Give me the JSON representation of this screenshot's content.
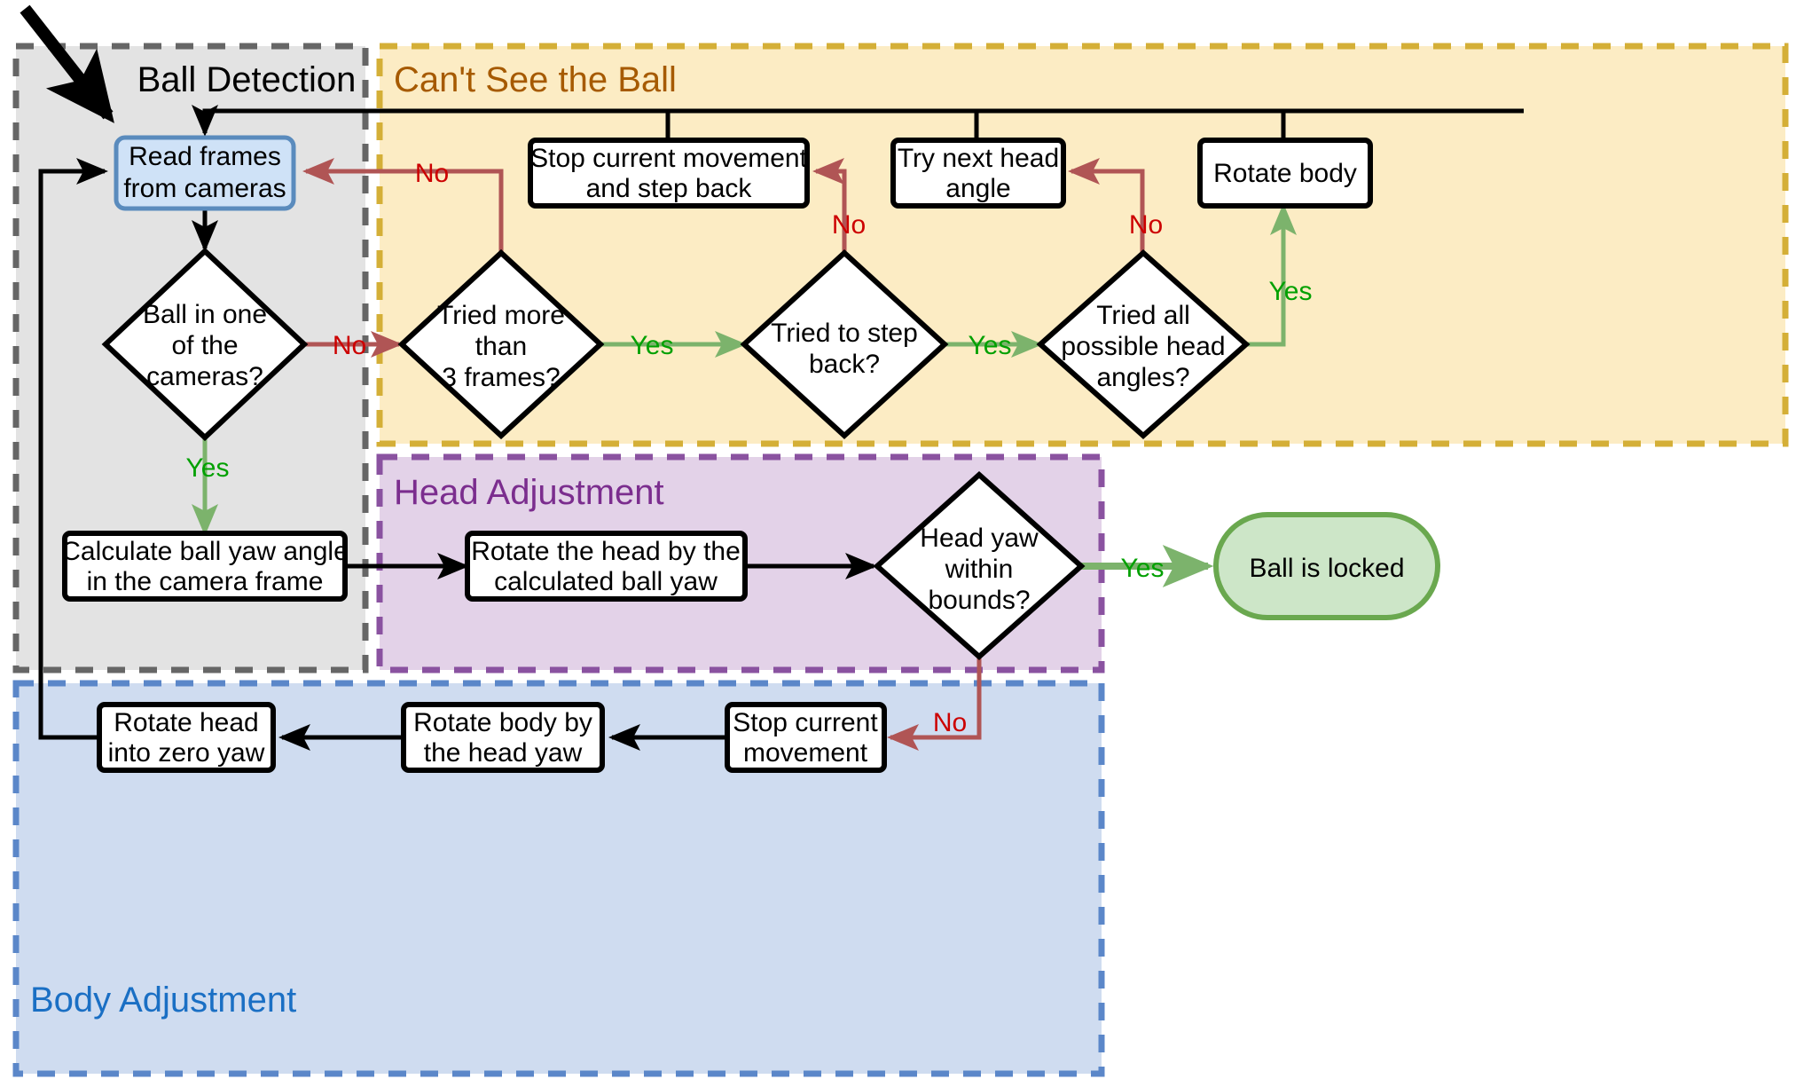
{
  "diagram": {
    "title_visible": false,
    "type": "flowchart",
    "colors": {
      "ball_detection_fill": "#e3e3e3",
      "ball_detection_border": "#666666",
      "cant_see_fill": "#fcecc4",
      "cant_see_border": "#d4af37",
      "cant_see_title": "#a65a00",
      "head_adjust_fill": "#e3d2e8",
      "head_adjust_border": "#8a52a0",
      "head_adjust_title": "#7b2d8e",
      "body_adjust_fill": "#cfdcf0",
      "body_adjust_border": "#5b87c9",
      "body_adjust_title": "#1a6fc4",
      "start_node_fill": "#cfe2f7",
      "start_node_border": "#5a8bbd",
      "terminal_fill": "#cde6c8",
      "terminal_border": "#6aa84f",
      "yes_color": "#00a000",
      "yes_arrow": "#7cb36c",
      "no_color": "#cc0000",
      "no_arrow": "#b05555",
      "black": "#000000"
    },
    "groups": [
      {
        "id": "ball-detection",
        "label": "Ball Detection",
        "label_color": "#000000"
      },
      {
        "id": "cant-see-ball",
        "label": "Can't See the Ball",
        "label_color": "#a65a00"
      },
      {
        "id": "head-adjustment",
        "label": "Head Adjustment",
        "label_color": "#7b2d8e"
      },
      {
        "id": "body-adjustment",
        "label": "Body Adjustment",
        "label_color": "#1a6fc4"
      }
    ],
    "nodes": [
      {
        "id": "read-frames",
        "shape": "rounded-rect",
        "lines": [
          "Read frames",
          "from cameras"
        ],
        "group": "ball-detection"
      },
      {
        "id": "ball-in-camera",
        "shape": "diamond",
        "lines": [
          "Ball in one",
          "of the",
          "cameras?"
        ],
        "group": "ball-detection"
      },
      {
        "id": "calc-ball-yaw",
        "shape": "rect",
        "lines": [
          "Calculate ball yaw angle",
          "in the camera frame"
        ],
        "group": "ball-detection"
      },
      {
        "id": "stop-and-step-back",
        "shape": "rect",
        "lines": [
          "Stop current movement",
          "and step back"
        ],
        "group": "cant-see-ball"
      },
      {
        "id": "try-next-head-angle",
        "shape": "rect",
        "lines": [
          "Try next head",
          "angle"
        ],
        "group": "cant-see-ball"
      },
      {
        "id": "rotate-body",
        "shape": "rect",
        "lines": [
          "Rotate body"
        ],
        "group": "cant-see-ball"
      },
      {
        "id": "tried-more-3",
        "shape": "diamond",
        "lines": [
          "Tried more",
          "than",
          "3 frames?"
        ],
        "group": "cant-see-ball"
      },
      {
        "id": "tried-step-back",
        "shape": "diamond",
        "lines": [
          "Tried to step",
          "back?"
        ],
        "group": "cant-see-ball"
      },
      {
        "id": "tried-all-angles",
        "shape": "diamond",
        "lines": [
          "Tried all",
          "possible head",
          "angles?"
        ],
        "group": "cant-see-ball"
      },
      {
        "id": "rotate-head-calc",
        "shape": "rect",
        "lines": [
          "Rotate the head by the",
          "calculated ball yaw"
        ],
        "group": "head-adjustment"
      },
      {
        "id": "head-yaw-bounds",
        "shape": "diamond",
        "lines": [
          "Head yaw",
          "within",
          "bounds?"
        ],
        "group": "head-adjustment"
      },
      {
        "id": "ball-is-locked",
        "shape": "stadium",
        "lines": [
          "Ball is locked"
        ],
        "group": "none"
      },
      {
        "id": "stop-movement",
        "shape": "rect",
        "lines": [
          "Stop current",
          "movement"
        ],
        "group": "body-adjustment"
      },
      {
        "id": "rotate-body-yaw",
        "shape": "rect",
        "lines": [
          "Rotate body by",
          "the head yaw"
        ],
        "group": "body-adjustment"
      },
      {
        "id": "rotate-head-zero",
        "shape": "rect",
        "lines": [
          "Rotate head",
          "into zero yaw"
        ],
        "group": "body-adjustment"
      }
    ],
    "edge_labels": [
      {
        "id": "no-ball-in-camera",
        "text": "No",
        "kind": "no"
      },
      {
        "id": "no-tried-more-3",
        "text": "No",
        "kind": "no"
      },
      {
        "id": "yes-tried-more-3",
        "text": "Yes",
        "kind": "yes"
      },
      {
        "id": "no-tried-step-back",
        "text": "No",
        "kind": "no"
      },
      {
        "id": "yes-tried-step-back",
        "text": "Yes",
        "kind": "yes"
      },
      {
        "id": "no-tried-all-angles",
        "text": "No",
        "kind": "no"
      },
      {
        "id": "yes-tried-all-angles",
        "text": "Yes",
        "kind": "yes"
      },
      {
        "id": "yes-ball-in-camera",
        "text": "Yes",
        "kind": "yes"
      },
      {
        "id": "yes-head-yaw-bounds",
        "text": "Yes",
        "kind": "yes"
      },
      {
        "id": "no-head-yaw-bounds",
        "text": "No",
        "kind": "no"
      }
    ]
  }
}
